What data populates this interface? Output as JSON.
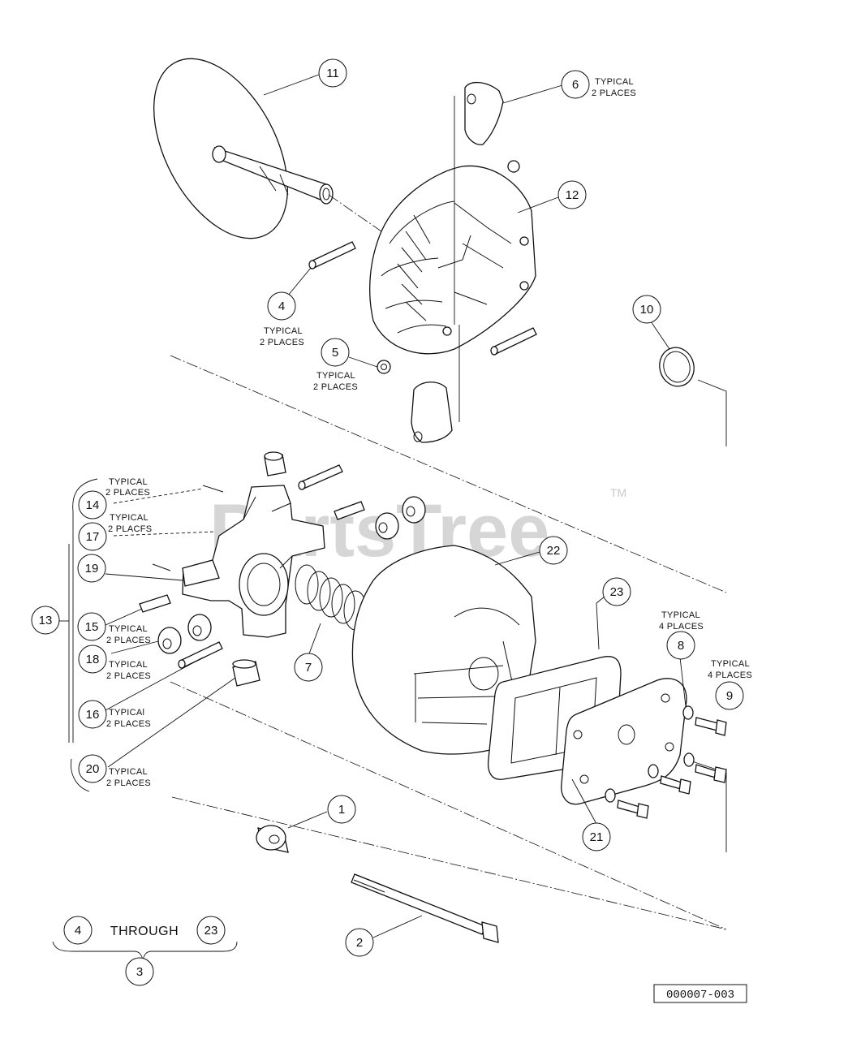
{
  "diagram": {
    "callouts": {
      "c1": "1",
      "c2": "2",
      "c3": "3",
      "c4": "4",
      "c5": "5",
      "c6": "6",
      "c7": "7",
      "c8": "8",
      "c9": "9",
      "c10": "10",
      "c11": "11",
      "c12": "12",
      "c13": "13",
      "c14": "14",
      "c15": "15",
      "c16": "16",
      "c17": "17",
      "c18": "18",
      "c19": "19",
      "c20": "20",
      "c21": "21",
      "c22": "22",
      "c23": "23"
    },
    "notes": {
      "typical": "TYPICAL",
      "typical_lower": "TYPICAl",
      "two_places": "2 PLACES",
      "two_places_alt": "2 PLACFS",
      "four_places": "4 PLACES"
    },
    "range": {
      "from": "4",
      "through_label": "THROUGH",
      "to": "23"
    },
    "watermark": "PartsTree",
    "trademark": "TM",
    "reference_code": "000007-003"
  }
}
